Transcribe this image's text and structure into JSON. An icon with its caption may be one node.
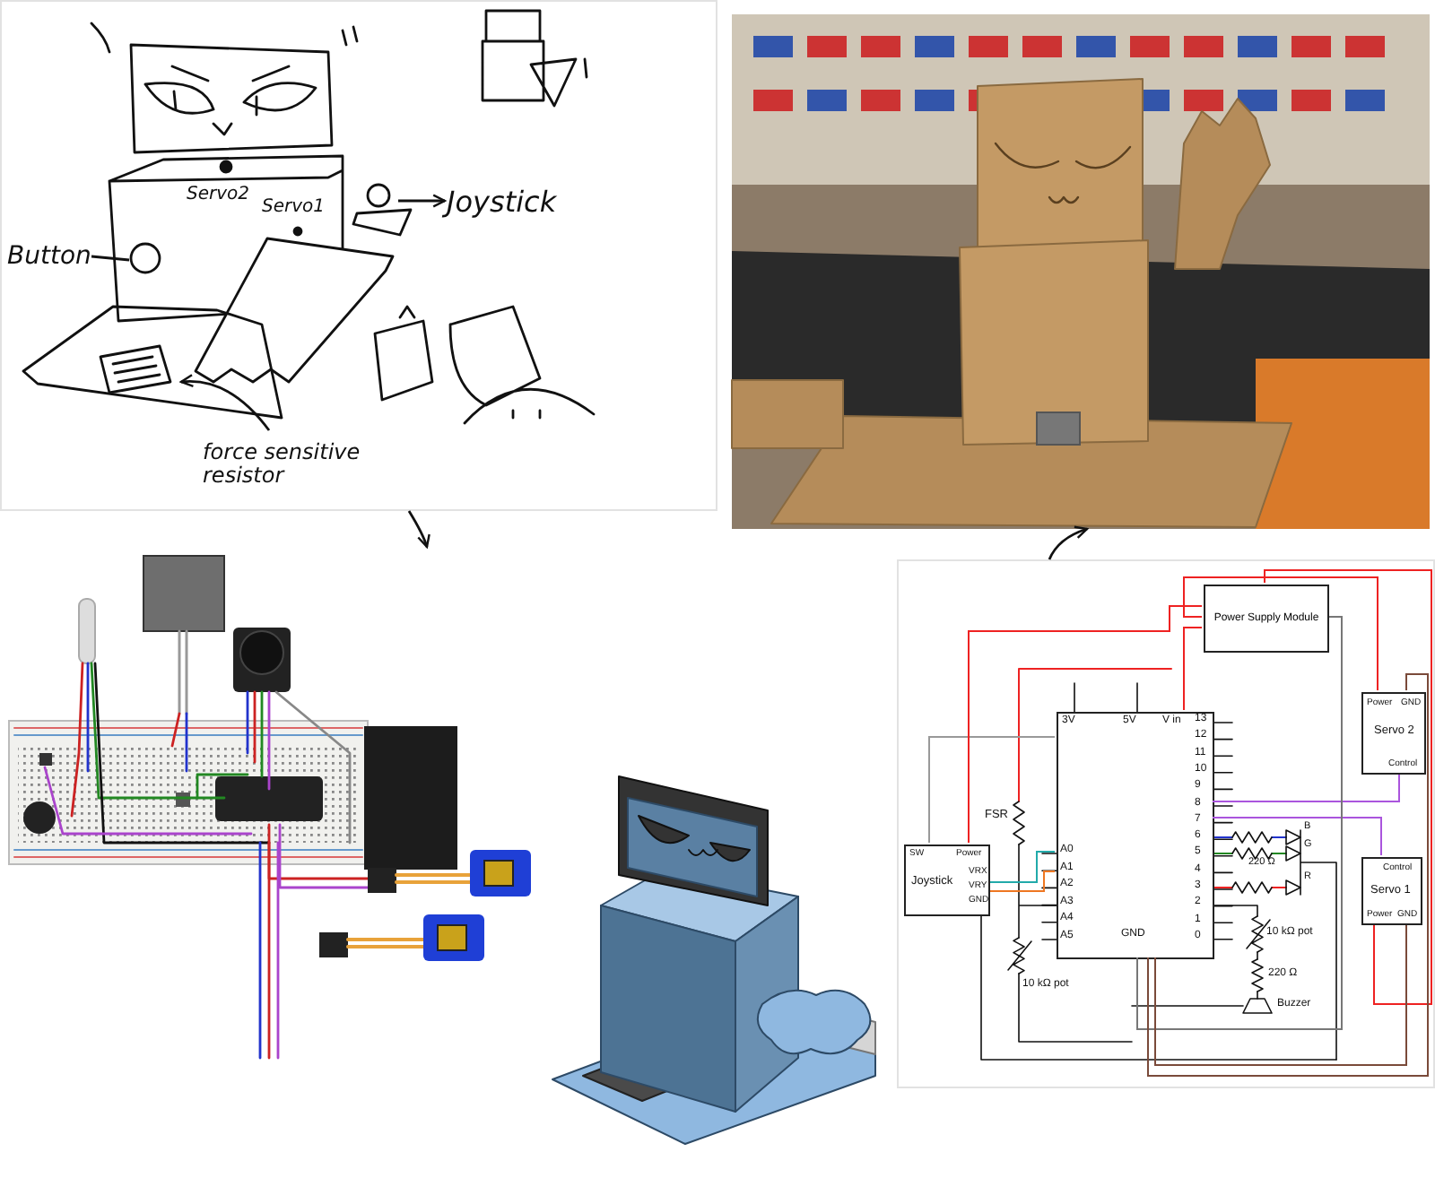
{
  "diagram": {
    "nodes": [
      {
        "text": [],
        "shape": "picture"
      },
      {
        "text": [
          "Joystick"
        ],
        "in": 0
      },
      {
        "text": [
          "Button"
        ],
        "in": 0
      },
      {
        "text": [
          "force sensitive resistor"
        ],
        "in": 0
      },
      {
        "text": [],
        "shape": "picture"
      },
      {
        "text": [],
        "shape": "picture"
      },
      {
        "text": [],
        "shape": "picture"
      },
      {
        "text": [],
        "shape": "picture"
      },
      {
        "text": [
          "Power Supply Module"
        ],
        "in": 7
      },
      {
        "text": [],
        "shape": "box",
        "in": 7
      },
      {
        "text": [
          "SW",
          "Power",
          "Joystick",
          "VRX",
          "VRY",
          "GND"
        ],
        "in": 7
      },
      {
        "text": [
          "Power",
          "GND",
          "Servo 2",
          "Control"
        ],
        "in": 7
      },
      {
        "text": [
          "Control",
          "Servo 1",
          "Power",
          "GND"
        ],
        "in": 7
      }
    ],
    "edges": [
      {
        "from": 0,
        "to": 5,
        "arrow": "to"
      },
      {
        "from": 7,
        "to": 4,
        "arrow": "to"
      },
      {
        "from": null,
        "to": 1,
        "arrow": "to"
      },
      {
        "from": 2,
        "to": null,
        "arrow": "none"
      },
      {
        "from": 3,
        "to": null,
        "arrow": "to"
      },
      {
        "from": 9,
        "to": 10,
        "arrow": "none",
        "color": "#999999"
      },
      {
        "from": 10,
        "to": 9,
        "arrow": "none",
        "color": "#22aaaa"
      },
      {
        "from": 10,
        "to": 9,
        "arrow": "none",
        "color": "#ee7722"
      },
      {
        "from": 9,
        "to": 11,
        "arrow": "none",
        "color": "#aa55dd"
      },
      {
        "from": 9,
        "to": 12,
        "arrow": "none",
        "color": "#aa55dd"
      },
      {
        "from": 8,
        "to": 11,
        "arrow": "none",
        "color": "#ee2222"
      },
      {
        "from": 8,
        "to": 12,
        "arrow": "none",
        "color": "#ee2222"
      },
      {
        "from": 8,
        "to": 9,
        "arrow": "none",
        "color": "#ee2222"
      },
      {
        "from": 8,
        "to": 10,
        "arrow": "none",
        "color": "#ee2222"
      },
      {
        "from": 8,
        "to": 9,
        "arrow": "none",
        "color": "#777777"
      },
      {
        "from": 9,
        "to": 11,
        "arrow": "none",
        "color": "#7a4a3a"
      },
      {
        "from": 9,
        "to": 12,
        "arrow": "none",
        "color": "#7a4a3a"
      }
    ],
    "labels": [
      "Servo2",
      "Servo1",
      "3V",
      "5V",
      "V in",
      "13",
      "12",
      "11",
      "10",
      "9",
      "8",
      "7",
      "6",
      "5",
      "4",
      "3",
      "2",
      "1",
      "0",
      "FSR",
      "A0",
      "A1",
      "A2",
      "A3",
      "A4",
      "A5",
      "GND",
      "B",
      "G",
      "220 Ω",
      "R",
      "10 kΩ pot",
      "10 kΩ pot",
      "220 Ω",
      "Buzzer"
    ]
  }
}
